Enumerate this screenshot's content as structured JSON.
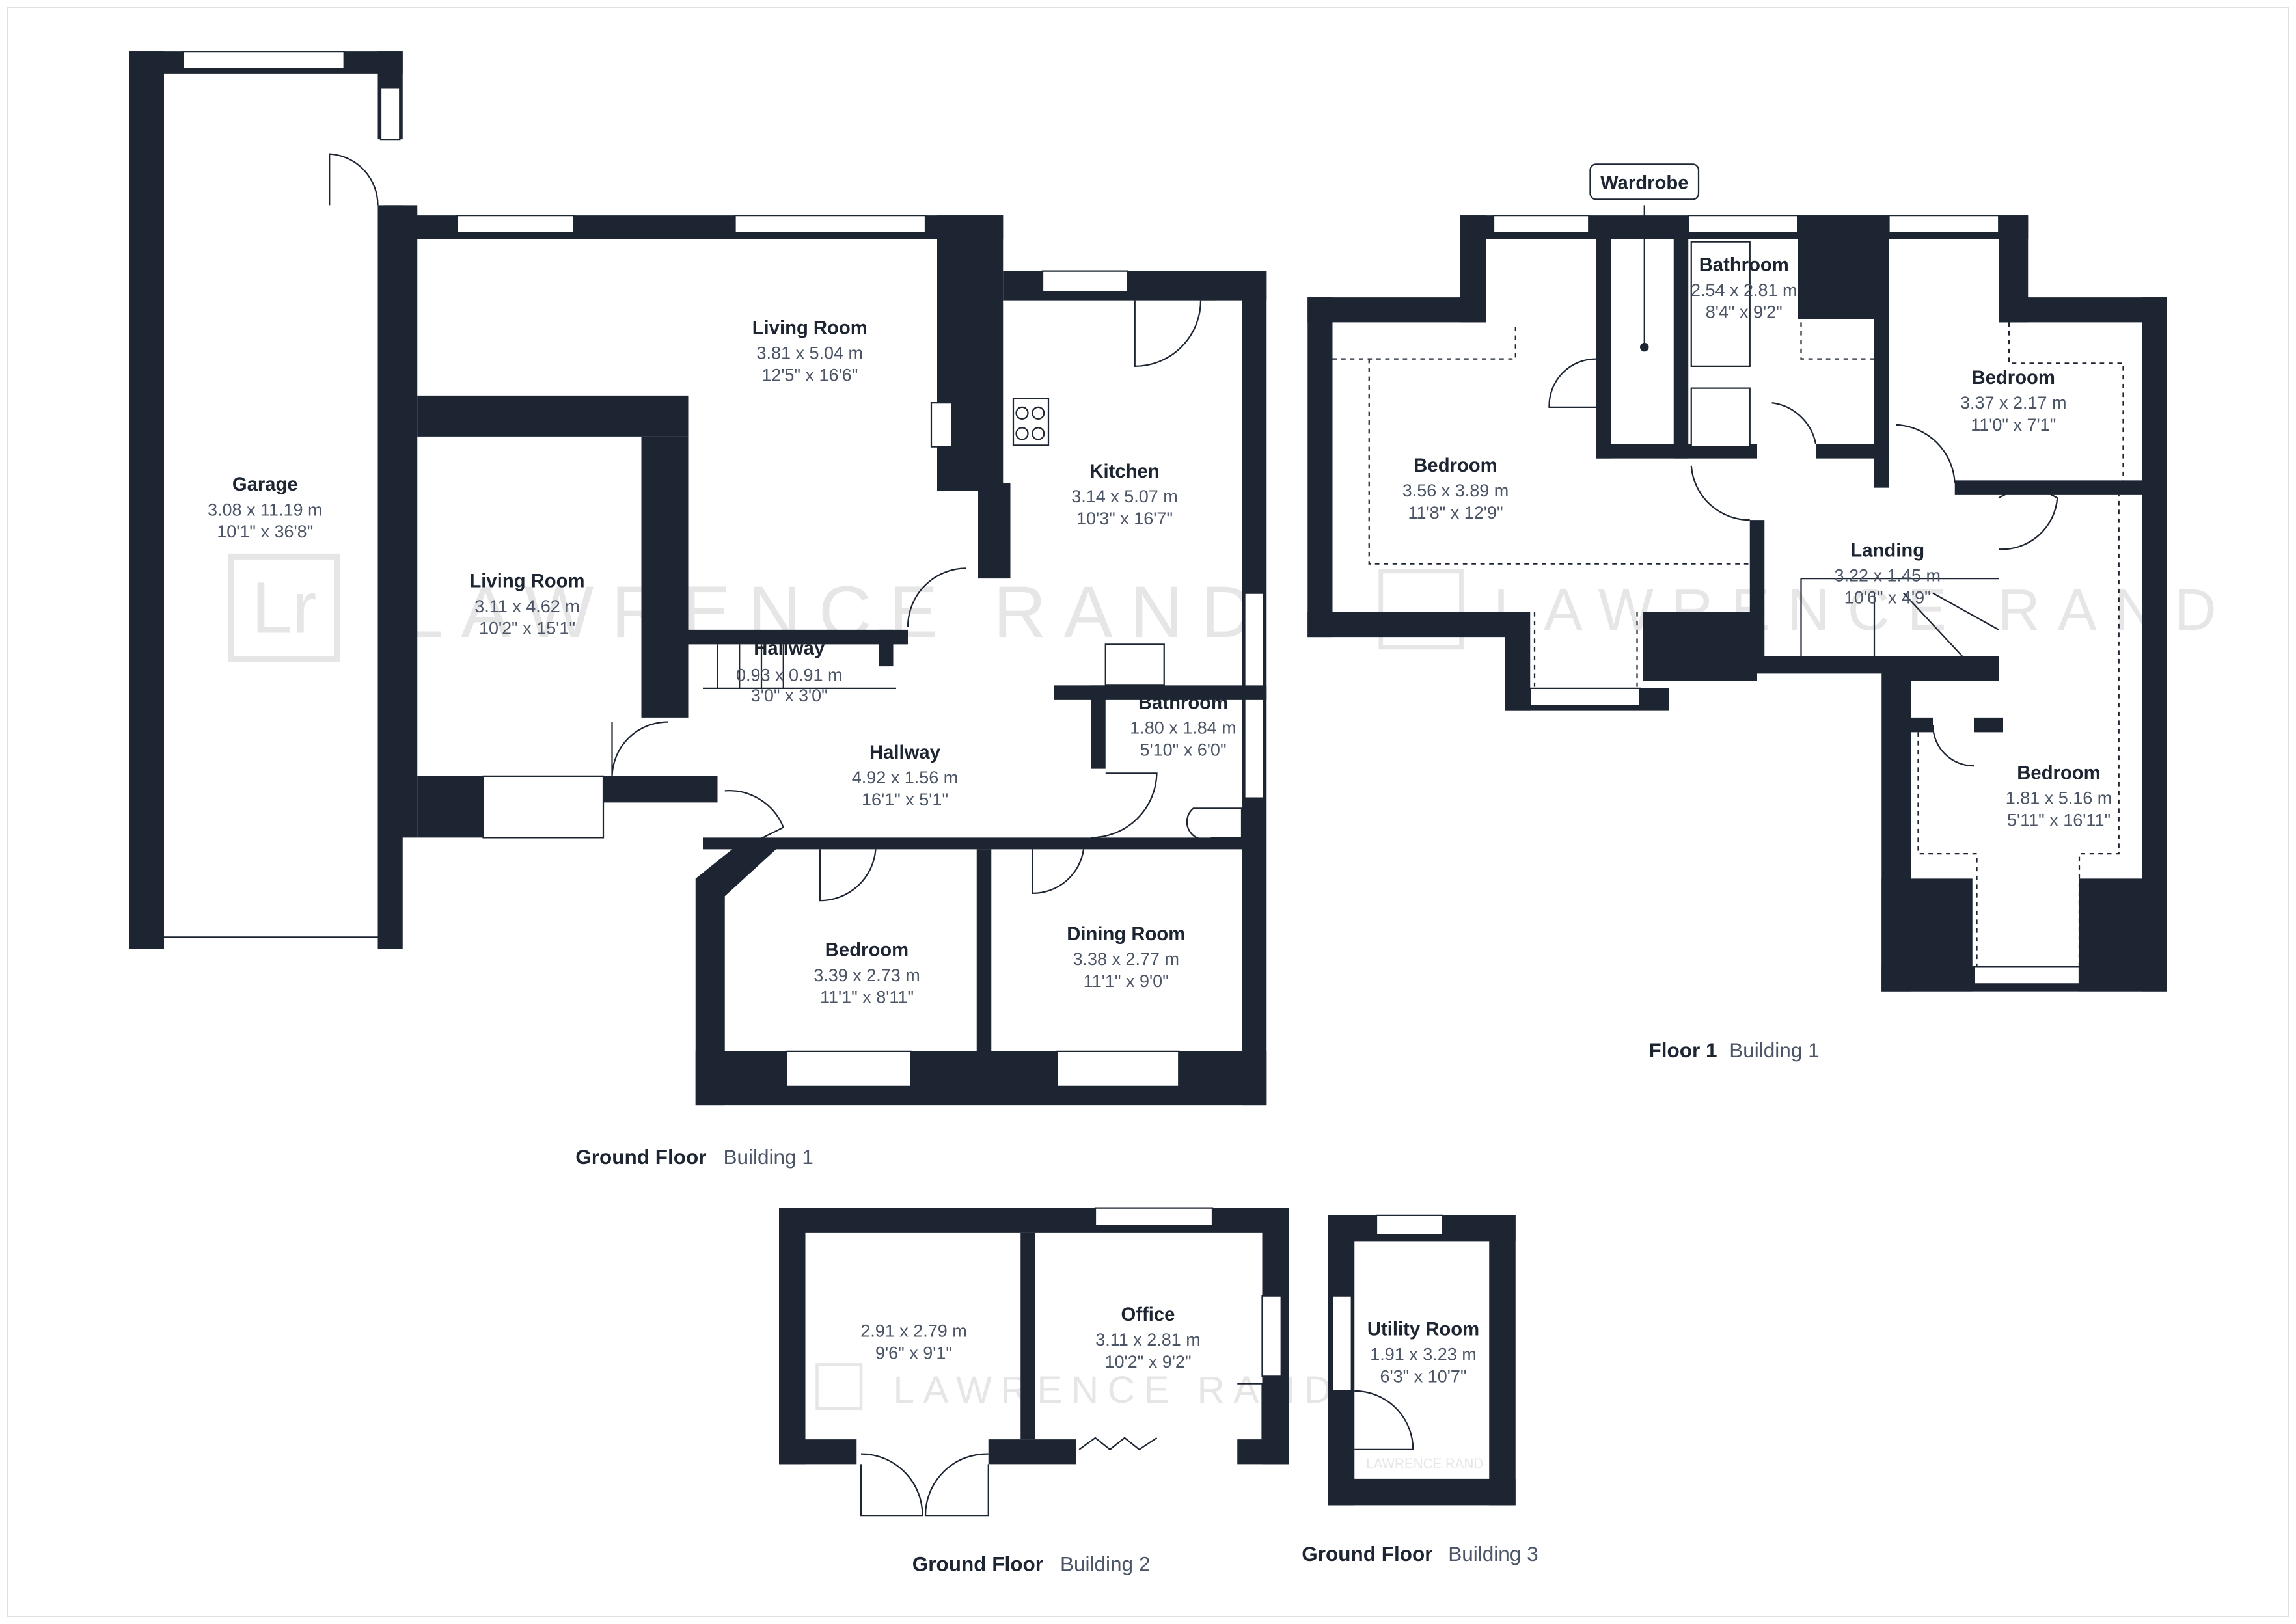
{
  "watermark": {
    "logo": "Lr",
    "text": "LAWRENCE RAND"
  },
  "plans": {
    "ground_b1": {
      "floor": "Ground Floor",
      "building": "Building 1"
    },
    "floor1_b1": {
      "floor": "Floor 1",
      "building": "Building 1"
    },
    "ground_b2": {
      "floor": "Ground Floor",
      "building": "Building 2"
    },
    "ground_b3": {
      "floor": "Ground Floor",
      "building": "Building 3"
    }
  },
  "rooms": {
    "garage": {
      "name": "Garage",
      "metric": "3.08 x 11.19 m",
      "imperial": "10'1\" x 36'8\""
    },
    "living1": {
      "name": "Living Room",
      "metric": "3.81 x 5.04 m",
      "imperial": "12'5\" x 16'6\""
    },
    "living2": {
      "name": "Living Room",
      "metric": "3.11 x 4.62 m",
      "imperial": "10'2\" x 15'1\""
    },
    "kitchen": {
      "name": "Kitchen",
      "metric": "3.14 x 5.07 m",
      "imperial": "10'3\" x 16'7\""
    },
    "hall_small": {
      "name": "Hallway",
      "metric": "0.93 x 0.91 m",
      "imperial": "3'0\" x 3'0\""
    },
    "hallway": {
      "name": "Hallway",
      "metric": "4.92 x 1.56 m",
      "imperial": "16'1\" x 5'1\""
    },
    "bath_g": {
      "name": "Bathroom",
      "metric": "1.80 x 1.84 m",
      "imperial": "5'10\" x 6'0\""
    },
    "bed_g": {
      "name": "Bedroom",
      "metric": "3.39 x 2.73 m",
      "imperial": "11'1\" x 8'11\""
    },
    "dining": {
      "name": "Dining Room",
      "metric": "3.38 x 2.77 m",
      "imperial": "11'1\" x 9'0\""
    },
    "wardrobe": {
      "name": "Wardrobe"
    },
    "bath_1": {
      "name": "Bathroom",
      "metric": "2.54 x 2.81 m",
      "imperial": "8'4\" x 9'2\""
    },
    "bed_1a": {
      "name": "Bedroom",
      "metric": "3.56 x 3.89 m",
      "imperial": "11'8\" x 12'9\""
    },
    "bed_1b": {
      "name": "Bedroom",
      "metric": "3.37 x 2.17 m",
      "imperial": "11'0\" x 7'1\""
    },
    "landing": {
      "name": "Landing",
      "metric": "3.22 x 1.45 m",
      "imperial": "10'6\" x 4'9\""
    },
    "bed_1c": {
      "name": "Bedroom",
      "metric": "1.81 x 5.16 m",
      "imperial": "5'11\" x 16'11\""
    },
    "b2_room": {
      "metric": "2.91 x 2.79 m",
      "imperial": "9'6\" x 9'1\""
    },
    "office": {
      "name": "Office",
      "metric": "3.11 x 2.81 m",
      "imperial": "10'2\" x 9'2\""
    },
    "utility": {
      "name": "Utility Room",
      "metric": "1.91 x 3.23 m",
      "imperial": "6'3\" x 10'7\""
    }
  },
  "colors": {
    "wall": "#1c2531",
    "text_secondary": "#4b5566",
    "watermark": "#e6e6e6"
  }
}
